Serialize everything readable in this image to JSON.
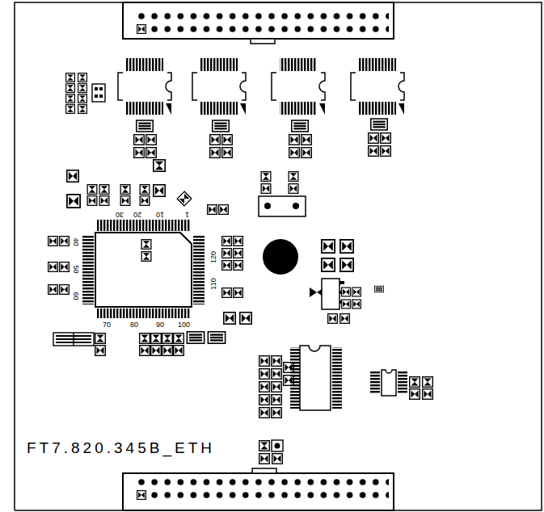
{
  "diagram": {
    "labels": [
      "30",
      "20",
      "10",
      "1",
      "40",
      "50",
      "60",
      "70",
      "80",
      "90",
      "100",
      "120",
      "110",
      "FT7.820.345B_ETH"
    ]
  }
}
